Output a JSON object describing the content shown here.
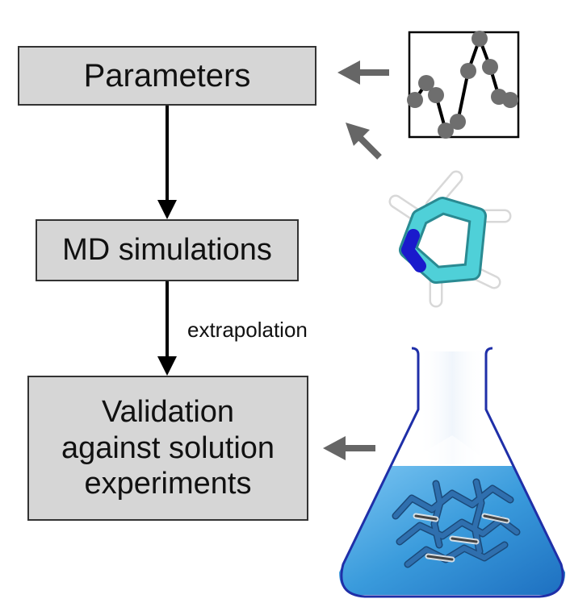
{
  "diagram": {
    "boxes": {
      "parameters": {
        "label": "Parameters"
      },
      "md_simulations": {
        "label": "MD simulations"
      },
      "validation": {
        "lines": [
          "Validation",
          "against solution",
          "experiments"
        ]
      }
    },
    "edges": {
      "extrapolation_label": "extrapolation"
    },
    "colors": {
      "box_fill": "#d6d6d6",
      "box_border": "#333333",
      "arrow_black": "#000000",
      "arrow_gray": "#666666",
      "plot_dot": "#6e6e6e",
      "carbon_cyan": "#4fd0d8",
      "nitrogen_blue": "#1a1acc",
      "hydrogen_white": "#ffffff",
      "flask_liquid": "#3a9bdc",
      "flask_outline": "#1f2fa8",
      "molecule_stick": "#2f6fae"
    },
    "icons": {
      "plot": "line-plot-icon",
      "molecule": "pyridine-molecule-icon",
      "flask": "erlenmeyer-flask-icon"
    }
  }
}
